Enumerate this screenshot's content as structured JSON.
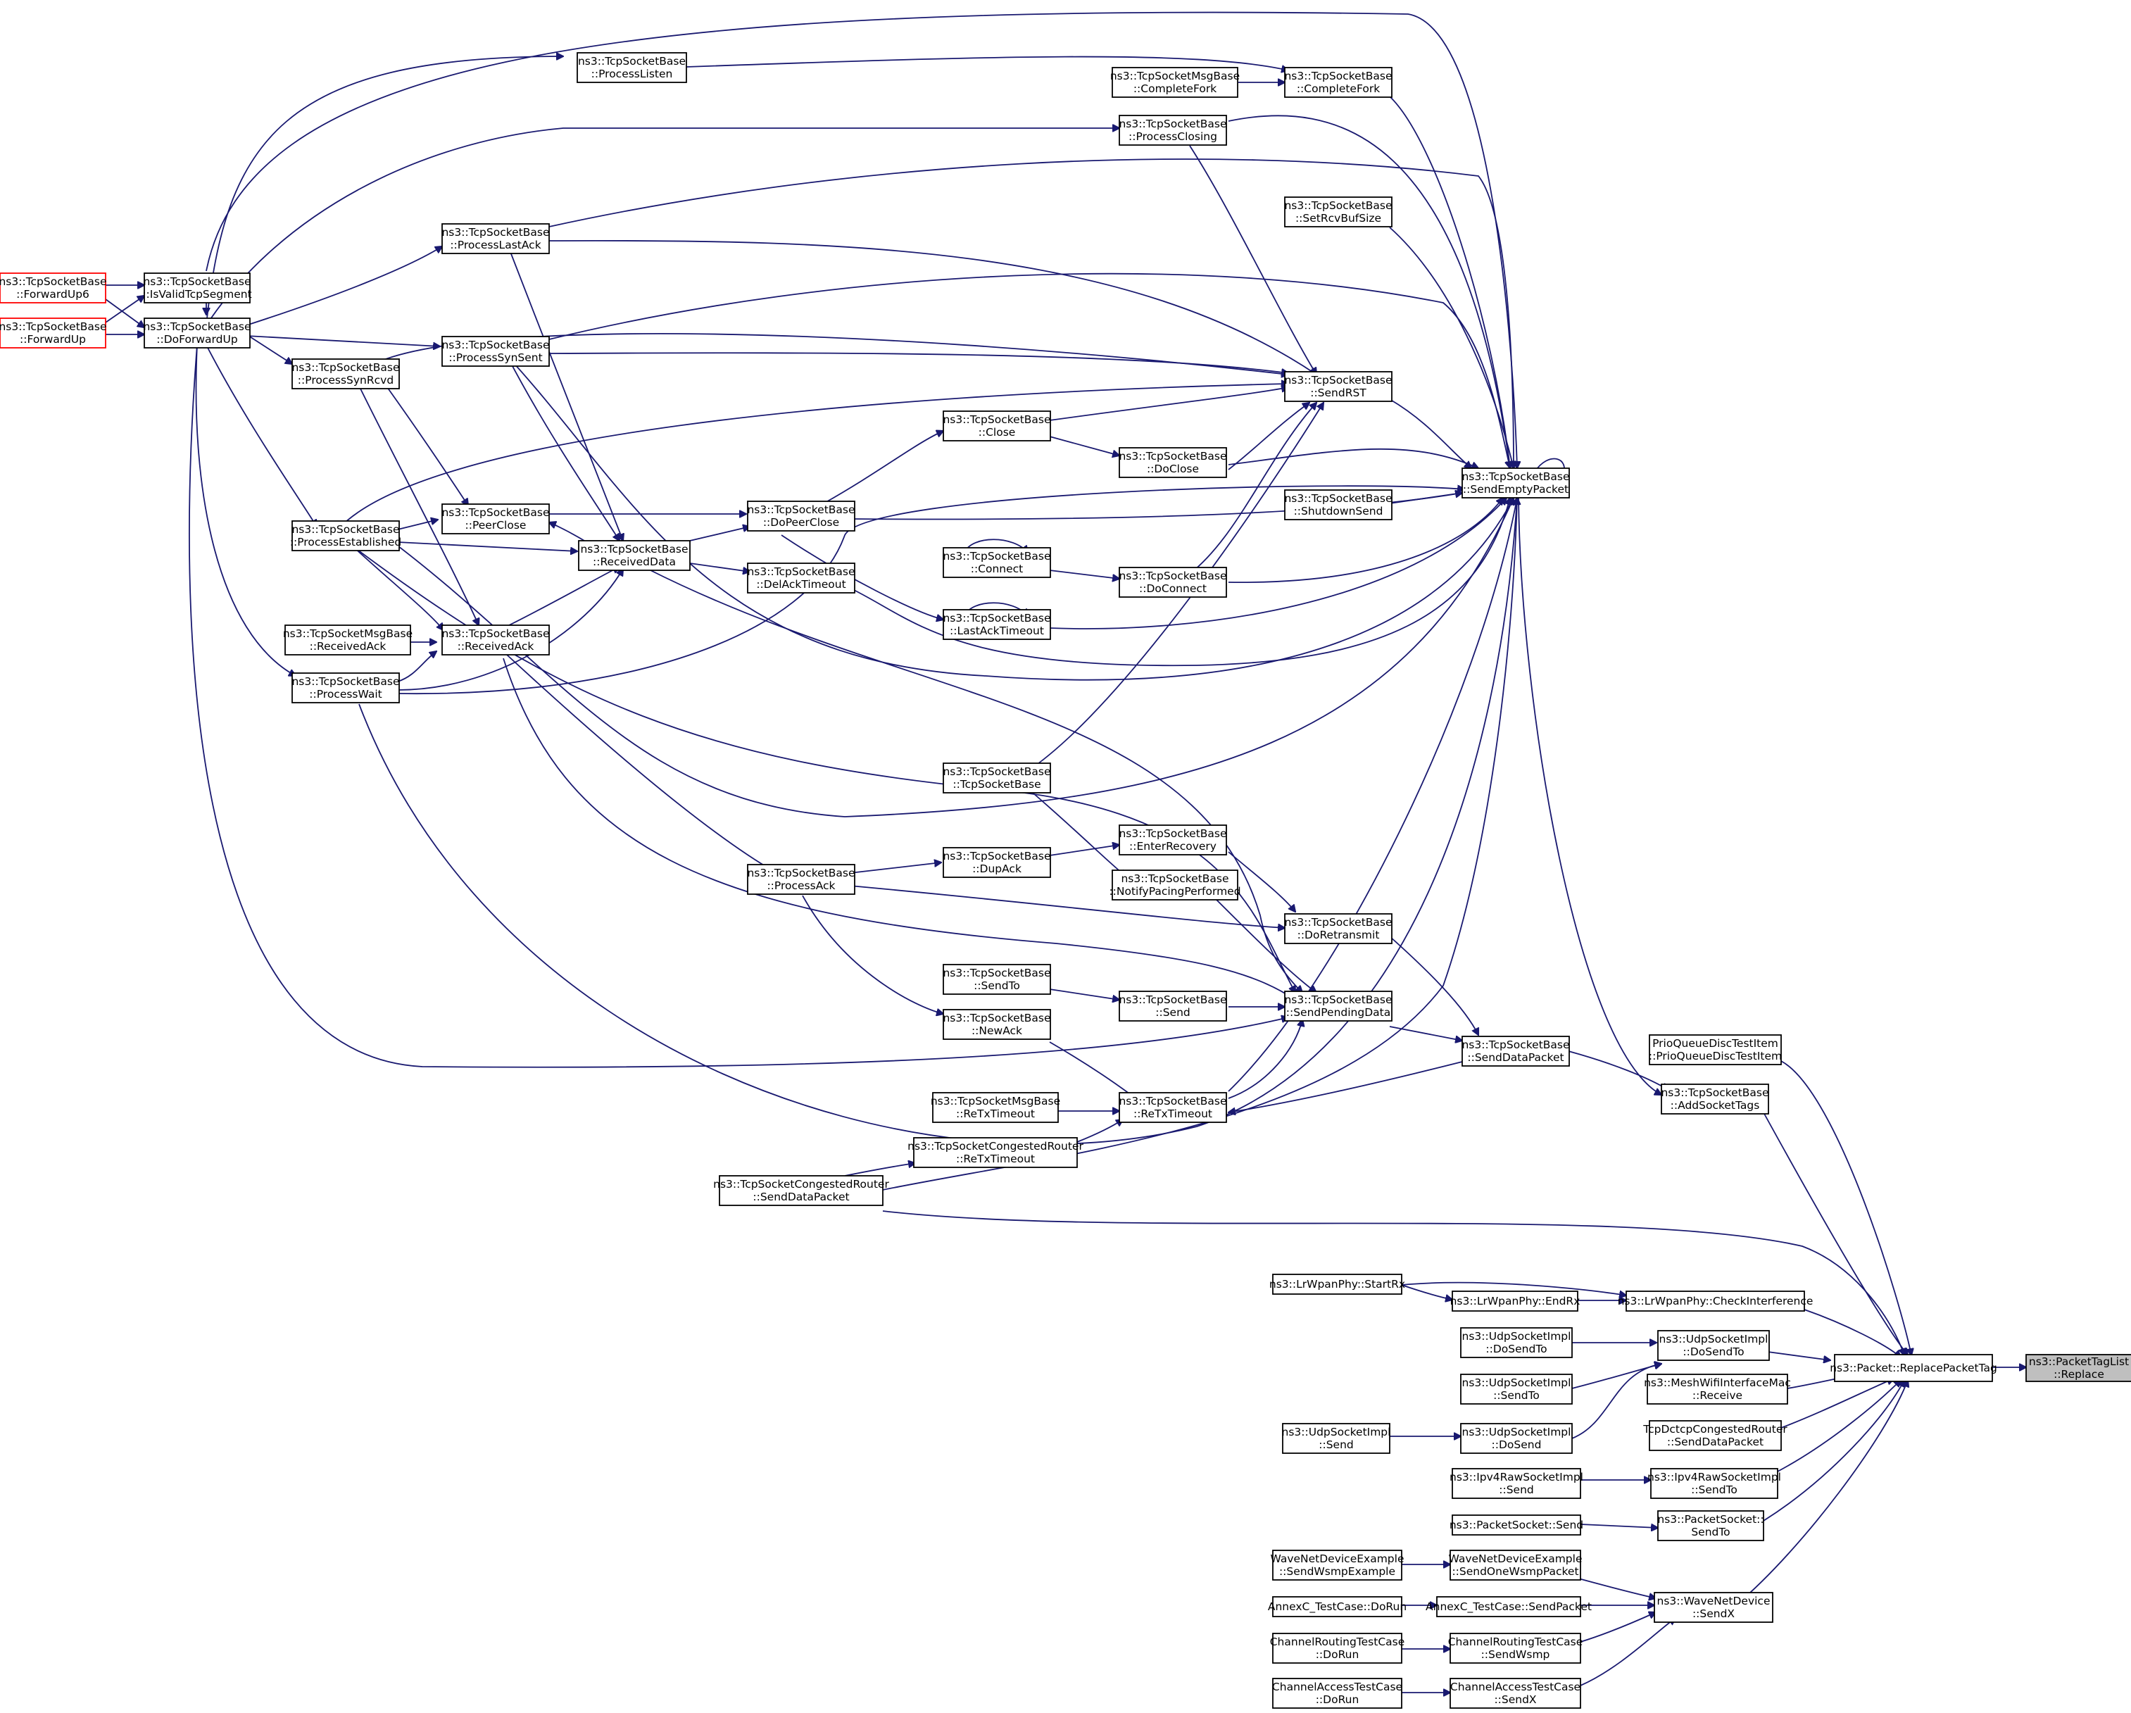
{
  "nodes": [
    {
      "id": "root",
      "lines": [
        "ns3::PacketTagList",
        "::Replace"
      ],
      "style": "root"
    },
    {
      "id": "rpt",
      "lines": [
        "ns3::Packet::ReplacePacketTag"
      ]
    },
    {
      "id": "ffu6",
      "lines": [
        "ns3::TcpSocketBase",
        "::ForwardUp6"
      ],
      "style": "red"
    },
    {
      "id": "ffu",
      "lines": [
        "ns3::TcpSocketBase",
        "::ForwardUp"
      ],
      "style": "red"
    },
    {
      "id": "ivts",
      "lines": [
        "ns3::TcpSocketBase",
        "::IsValidTcpSegment"
      ]
    },
    {
      "id": "dfu",
      "lines": [
        "ns3::TcpSocketBase",
        "::DoForwardUp"
      ]
    },
    {
      "id": "plisten",
      "lines": [
        "ns3::TcpSocketBase",
        "::ProcessListen"
      ]
    },
    {
      "id": "pla",
      "lines": [
        "ns3::TcpSocketBase",
        "::ProcessLastAck"
      ]
    },
    {
      "id": "psr",
      "lines": [
        "ns3::TcpSocketBase",
        "::ProcessSynRcvd"
      ]
    },
    {
      "id": "pss",
      "lines": [
        "ns3::TcpSocketBase",
        "::ProcessSynSent"
      ]
    },
    {
      "id": "pe",
      "lines": [
        "ns3::TcpSocketBase",
        "::ProcessEstablished"
      ]
    },
    {
      "id": "pw",
      "lines": [
        "ns3::TcpSocketBase",
        "::ProcessWait"
      ]
    },
    {
      "id": "pc",
      "lines": [
        "ns3::TcpSocketBase",
        "::PeerClose"
      ]
    },
    {
      "id": "rd",
      "lines": [
        "ns3::TcpSocketBase",
        "::ReceivedData"
      ]
    },
    {
      "id": "ra",
      "lines": [
        "ns3::TcpSocketBase",
        "::ReceivedAck"
      ]
    },
    {
      "id": "mra",
      "lines": [
        "ns3::TcpSocketMsgBase",
        "::ReceivedAck"
      ]
    },
    {
      "id": "dpc",
      "lines": [
        "ns3::TcpSocketBase",
        "::DoPeerClose"
      ]
    },
    {
      "id": "dat",
      "lines": [
        "ns3::TcpSocketBase",
        "::DelAckTimeout"
      ]
    },
    {
      "id": "close",
      "lines": [
        "ns3::TcpSocketBase",
        "::Close"
      ]
    },
    {
      "id": "docl",
      "lines": [
        "ns3::TcpSocketBase",
        "::DoClose"
      ]
    },
    {
      "id": "conn",
      "lines": [
        "ns3::TcpSocketBase",
        "::Connect"
      ]
    },
    {
      "id": "doconn",
      "lines": [
        "ns3::TcpSocketBase",
        "::DoConnect"
      ]
    },
    {
      "id": "lat",
      "lines": [
        "ns3::TcpSocketBase",
        "::LastAckTimeout"
      ]
    },
    {
      "id": "pclosing",
      "lines": [
        "ns3::TcpSocketBase",
        "::ProcessClosing"
      ]
    },
    {
      "id": "mcf",
      "lines": [
        "ns3::TcpSocketMsgBase",
        "::CompleteFork"
      ]
    },
    {
      "id": "cf",
      "lines": [
        "ns3::TcpSocketBase",
        "::CompleteFork"
      ]
    },
    {
      "id": "srbs",
      "lines": [
        "ns3::TcpSocketBase",
        "::SetRcvBufSize"
      ]
    },
    {
      "id": "srst",
      "lines": [
        "ns3::TcpSocketBase",
        "::SendRST"
      ]
    },
    {
      "id": "shs",
      "lines": [
        "ns3::TcpSocketBase",
        "::ShutdownSend"
      ]
    },
    {
      "id": "sep",
      "lines": [
        "ns3::TcpSocketBase",
        "::SendEmptyPacket"
      ]
    },
    {
      "id": "tsb",
      "lines": [
        "ns3::TcpSocketBase",
        "::TcpSocketBase"
      ]
    },
    {
      "id": "er",
      "lines": [
        "ns3::TcpSocketBase",
        "::EnterRecovery"
      ]
    },
    {
      "id": "npp",
      "lines": [
        "ns3::TcpSocketBase",
        "::NotifyPacingPerformed"
      ]
    },
    {
      "id": "dupack",
      "lines": [
        "ns3::TcpSocketBase",
        "::DupAck"
      ]
    },
    {
      "id": "pack",
      "lines": [
        "ns3::TcpSocketBase",
        "::ProcessAck"
      ]
    },
    {
      "id": "dret",
      "lines": [
        "ns3::TcpSocketBase",
        "::DoRetransmit"
      ]
    },
    {
      "id": "sendto",
      "lines": [
        "ns3::TcpSocketBase",
        "::SendTo"
      ]
    },
    {
      "id": "send",
      "lines": [
        "ns3::TcpSocketBase",
        "::Send"
      ]
    },
    {
      "id": "spd",
      "lines": [
        "ns3::TcpSocketBase",
        "::SendPendingData"
      ]
    },
    {
      "id": "newack",
      "lines": [
        "ns3::TcpSocketBase",
        "::NewAck"
      ]
    },
    {
      "id": "sdp",
      "lines": [
        "ns3::TcpSocketBase",
        "::SendDataPacket"
      ]
    },
    {
      "id": "mrtt",
      "lines": [
        "ns3::TcpSocketMsgBase",
        "::ReTxTimeout"
      ]
    },
    {
      "id": "rtt",
      "lines": [
        "ns3::TcpSocketBase",
        "::ReTxTimeout"
      ]
    },
    {
      "id": "crrtt",
      "lines": [
        "ns3::TcpSocketCongestedRouter",
        "::ReTxTimeout"
      ]
    },
    {
      "id": "crsdp",
      "lines": [
        "ns3::TcpSocketCongestedRouter",
        "::SendDataPacket"
      ]
    },
    {
      "id": "pqdti",
      "lines": [
        "PrioQueueDiscTestItem",
        "::PrioQueueDiscTestItem"
      ]
    },
    {
      "id": "ast",
      "lines": [
        "ns3::TcpSocketBase",
        "::AddSocketTags"
      ]
    },
    {
      "id": "lrsr",
      "lines": [
        "ns3::LrWpanPhy::StartRx"
      ]
    },
    {
      "id": "lrer",
      "lines": [
        "ns3::LrWpanPhy::EndRx"
      ]
    },
    {
      "id": "lrci",
      "lines": [
        "ns3::LrWpanPhy::CheckInterference"
      ]
    },
    {
      "id": "udsto",
      "lines": [
        "ns3::UdpSocketImpl",
        "::DoSendTo"
      ]
    },
    {
      "id": "udsto2",
      "lines": [
        "ns3::UdpSocketImpl",
        "::DoSendTo"
      ]
    },
    {
      "id": "usto",
      "lines": [
        "ns3::UdpSocketImpl",
        "::SendTo"
      ]
    },
    {
      "id": "uds",
      "lines": [
        "ns3::UdpSocketImpl",
        "::DoSend"
      ]
    },
    {
      "id": "us",
      "lines": [
        "ns3::UdpSocketImpl",
        "::Send"
      ]
    },
    {
      "id": "mwr",
      "lines": [
        "ns3::MeshWifiInterfaceMac",
        "::Receive"
      ]
    },
    {
      "id": "dcsdp",
      "lines": [
        "TcpDctcpCongestedRouter",
        "::SendDataPacket"
      ]
    },
    {
      "id": "i4s",
      "lines": [
        "ns3::Ipv4RawSocketImpl",
        "::Send"
      ]
    },
    {
      "id": "i4sto",
      "lines": [
        "ns3::Ipv4RawSocketImpl",
        "::SendTo"
      ]
    },
    {
      "id": "ps",
      "lines": [
        "ns3::PacketSocket::Send"
      ]
    },
    {
      "id": "psto",
      "lines": [
        "ns3::PacketSocket::",
        "SendTo"
      ]
    },
    {
      "id": "wnse",
      "lines": [
        "WaveNetDeviceExample",
        "::SendWsmpExample"
      ]
    },
    {
      "id": "wnso",
      "lines": [
        "WaveNetDeviceExample",
        "::SendOneWsmpPacket"
      ]
    },
    {
      "id": "acdr",
      "lines": [
        "AnnexC_TestCase::DoRun"
      ]
    },
    {
      "id": "acsp",
      "lines": [
        "AnnexC_TestCase::SendPacket"
      ]
    },
    {
      "id": "wnsx",
      "lines": [
        "ns3::WaveNetDevice",
        "::SendX"
      ]
    },
    {
      "id": "crdr",
      "lines": [
        "ChannelRoutingTestCase",
        "::DoRun"
      ]
    },
    {
      "id": "crsw",
      "lines": [
        "ChannelRoutingTestCase",
        "::SendWsmp"
      ]
    },
    {
      "id": "cadr",
      "lines": [
        "ChannelAccessTestCase",
        "::DoRun"
      ]
    },
    {
      "id": "casx",
      "lines": [
        "ChannelAccessTestCase",
        "::SendX"
      ]
    }
  ]
}
